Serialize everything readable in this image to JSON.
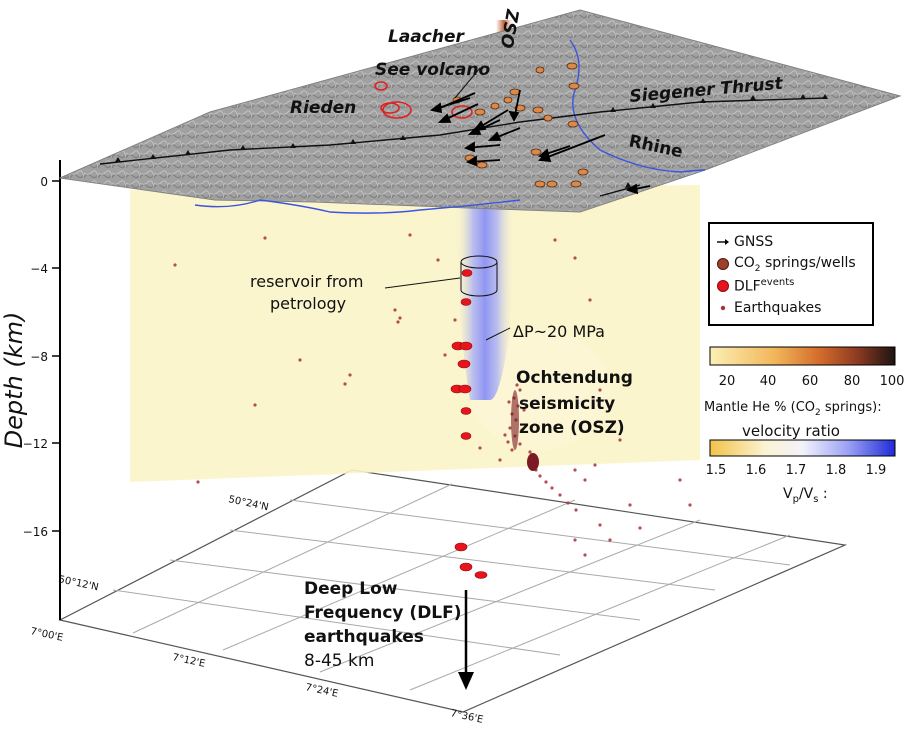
{
  "map_labels": {
    "laacher": "Laacher",
    "see_volcano": "See volcano",
    "rieden": "Rieden",
    "osz_vertical": "OSZ",
    "siegener_thrust": "Siegener Thrust",
    "rhine": "Rhine"
  },
  "depth_axis": {
    "title": "Depth (km)",
    "ticks": [
      "0",
      "−4",
      "−8",
      "−12",
      "−16"
    ]
  },
  "annotations": {
    "reservoir_line1": "reservoir from",
    "reservoir_line2": "petrology",
    "pressure": "ΔP~20 MPa",
    "osz_line1": "Ochtendung",
    "osz_line2": "seismicity",
    "osz_line3": "zone (OSZ)",
    "dlf_line1": "Deep Low",
    "dlf_line2": "Frequency (DLF)",
    "dlf_line3": "earthquakes",
    "dlf_depth": "8-45 km"
  },
  "base_grid_labels": {
    "lon": [
      "7°00'E",
      "7°12'E",
      "7°24'E",
      "7°36'E"
    ],
    "lat": [
      "50°12'N",
      "50°24'N"
    ]
  },
  "legend": {
    "gnss": "GNSS",
    "co2_prefix": "CO",
    "co2_sub": "2",
    "co2_suffix": " springs/wells",
    "dlf": "DLF",
    "dlf_sup": "events",
    "earthquakes": "Earthquakes"
  },
  "colorbar_he": {
    "ticks": [
      "20",
      "40",
      "60",
      "80",
      "100"
    ],
    "label_prefix": "Mantle He % (CO",
    "label_sub": "2",
    "label_suffix": " springs):"
  },
  "colorbar_vel": {
    "title": "velocity ratio",
    "ticks": [
      "1.5",
      "1.6",
      "1.7",
      "1.8",
      "1.9"
    ],
    "label_v": "V",
    "label_p": "p",
    "label_slash": "/V",
    "label_s": "s",
    "label_colon": " :"
  },
  "colors": {
    "terrain": "#8d8d8d",
    "section_fill": "#fbf4c8",
    "low_velocity": "#8f95f2",
    "dlf_event": "#e8141b",
    "earthquake": "#a8303a",
    "co2_spring": "#d98a4a",
    "river": "#3a55e0"
  }
}
